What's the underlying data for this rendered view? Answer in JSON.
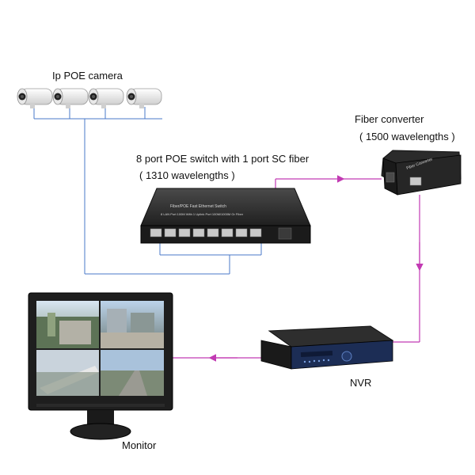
{
  "labels": {
    "camera": "Ip POE camera",
    "switch": "8 port POE switch with 1 port SC fiber",
    "switch_wavelength": "( 1310 wavelengths )",
    "fiber_converter": "Fiber converter",
    "fiber_wavelength": "( 1500 wavelengths )",
    "nvr": "NVR",
    "monitor": "Monitor"
  },
  "devices": {
    "switch_face_title": "Fiber/POE Fast Ethernet Switch",
    "switch_face_sub": "8 LAN Port 100M With 1 Uplink Port 100M/1000M Gr Fiber",
    "converter_face": "Fiber Converter"
  },
  "colors": {
    "ethernet_line": "#4a78c8",
    "fiber_line": "#c23ab3",
    "device_body": "#2a2a2a",
    "nvr_panel": "#1c2d55"
  },
  "counts": {
    "cameras": 4,
    "switch_ports": 8
  }
}
